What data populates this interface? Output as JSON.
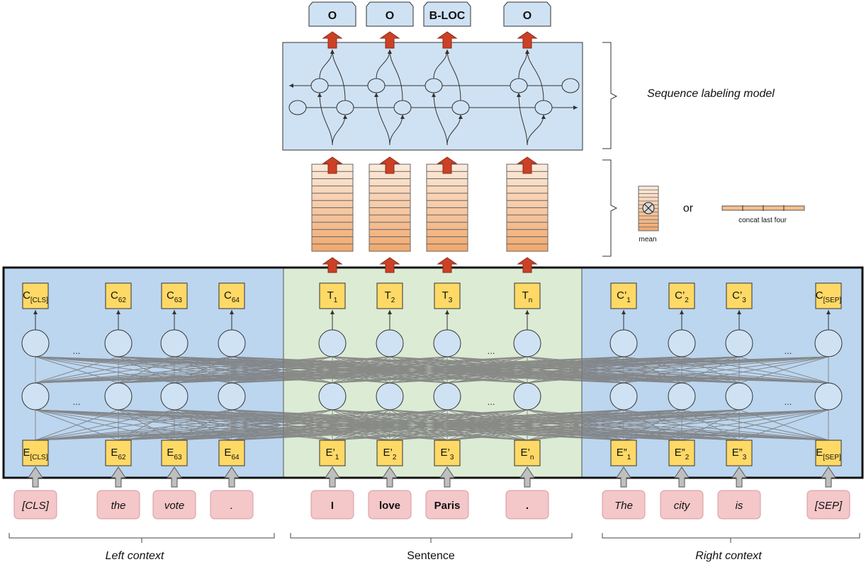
{
  "output_tags": [
    "O",
    "O",
    "B-LOC",
    "O"
  ],
  "labels": {
    "sequence_model": "Sequence labeling model",
    "or": "or",
    "mean": "mean",
    "concat": "concat last four",
    "ellipsis": "..."
  },
  "top_tokens": {
    "left": [
      {
        "base": "C",
        "sub": "[CLS]",
        "prime": ""
      },
      {
        "base": "C",
        "sub": "62",
        "prime": ""
      },
      {
        "base": "C",
        "sub": "63",
        "prime": ""
      },
      {
        "base": "C",
        "sub": "64",
        "prime": ""
      }
    ],
    "middle": [
      {
        "base": "T",
        "sub": "1",
        "prime": ""
      },
      {
        "base": "T",
        "sub": "2",
        "prime": ""
      },
      {
        "base": "T",
        "sub": "3",
        "prime": ""
      },
      {
        "base": "T",
        "sub": "n",
        "prime": ""
      }
    ],
    "right": [
      {
        "base": "C",
        "sub": "1",
        "prime": "’"
      },
      {
        "base": "C",
        "sub": "2",
        "prime": "’"
      },
      {
        "base": "C",
        "sub": "3",
        "prime": "’"
      },
      {
        "base": "C",
        "sub": "[SEP]",
        "prime": ""
      }
    ]
  },
  "bottom_tokens": {
    "left": [
      {
        "base": "E",
        "sub": "[CLS]",
        "prime": ""
      },
      {
        "base": "E",
        "sub": "62",
        "prime": ""
      },
      {
        "base": "E",
        "sub": "63",
        "prime": ""
      },
      {
        "base": "E",
        "sub": "64",
        "prime": ""
      }
    ],
    "middle": [
      {
        "base": "E",
        "sub": "1",
        "prime": "’"
      },
      {
        "base": "E",
        "sub": "2",
        "prime": "’"
      },
      {
        "base": "E",
        "sub": "3",
        "prime": "’"
      },
      {
        "base": "E",
        "sub": "n",
        "prime": "’"
      }
    ],
    "right": [
      {
        "base": "E",
        "sub": "1",
        "prime": "”"
      },
      {
        "base": "E",
        "sub": "2",
        "prime": "”"
      },
      {
        "base": "E",
        "sub": "3",
        "prime": "”"
      },
      {
        "base": "E",
        "sub": "[SEP]",
        "prime": ""
      }
    ]
  },
  "words": {
    "left": [
      "[CLS]",
      "the",
      "vote",
      "."
    ],
    "middle": [
      "I",
      "love",
      "Paris",
      "."
    ],
    "right": [
      "The",
      "city",
      "is",
      "[SEP]"
    ]
  },
  "contexts": {
    "left": "Left context",
    "middle": "Sentence",
    "right": "Right context"
  },
  "colors": {
    "left_panel": "#bcd6ef",
    "middle_panel": "#dcebd4",
    "token_box": "#ffd966",
    "node": "#cfe2f3",
    "word_box": "#f4c7c9",
    "arrow_red": "#cc4125",
    "arrow_gray": "#bfbfbf",
    "seq_box": "#cfe2f3",
    "tag_box": "#cfe2f3"
  }
}
